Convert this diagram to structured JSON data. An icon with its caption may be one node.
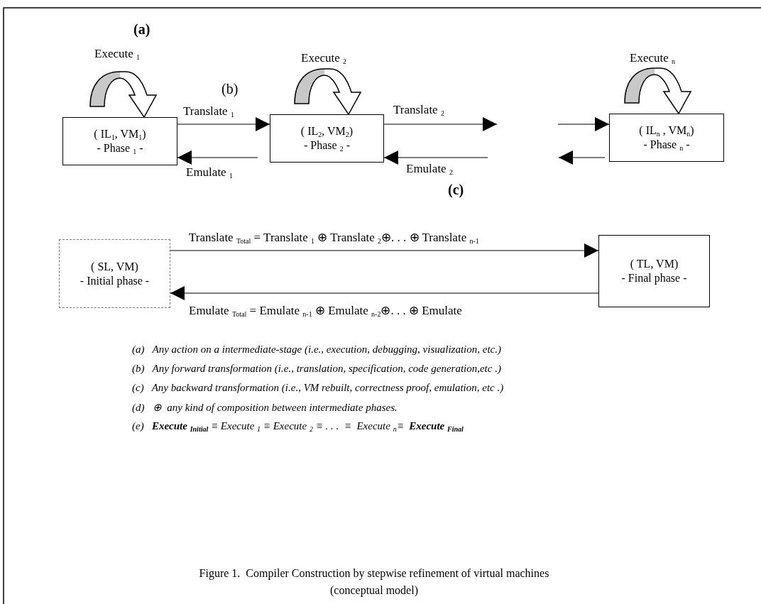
{
  "diagram": {
    "caption": "Figure 1.  Compiler Construction by stepwise refinement of virtual machines (conceptual model)",
    "nodes": [
      {
        "text": [
          "( IL$_{1}$, VM$_{1}$)",
          "- Phase $_{1}$ -"
        ]
      },
      {
        "text": [
          "( IL$_{2}$, VM$_{2}$)",
          "- Phase $_{2}$ -"
        ]
      },
      {
        "text": [
          "( IL$_{n}$ , VM$_{n}$)",
          "- Phase $_{n}$ -"
        ]
      },
      {
        "text": [
          "( SL, VM)",
          "- Initial phase -"
        ]
      },
      {
        "text": [
          "( TL, VM)",
          "- Final phase -"
        ]
      }
    ],
    "edges": [
      {
        "from": 0,
        "to": 0,
        "arrow": "to",
        "label": "Execute $_{1}$",
        "style": "thick"
      },
      {
        "from": 0,
        "to": 1,
        "arrow": "to",
        "label": "Translate $_{1}$"
      },
      {
        "from": 1,
        "to": 0,
        "arrow": "to",
        "label": "Emulate $_{1}$"
      },
      {
        "from": 1,
        "to": 1,
        "arrow": "to",
        "label": "Execute $_{2}$",
        "style": "thick"
      },
      {
        "from": 1,
        "to": null,
        "arrow": "to",
        "label": "Translate $_{2}$"
      },
      {
        "from": null,
        "to": 1,
        "arrow": "to",
        "label": "Emulate $_{2}$"
      },
      {
        "from": null,
        "to": 2,
        "arrow": "to"
      },
      {
        "from": 2,
        "to": null,
        "arrow": "to"
      },
      {
        "from": 2,
        "to": 2,
        "arrow": "to",
        "label": "Execute $_{n}$",
        "style": "thick"
      },
      {
        "from": 3,
        "to": 4,
        "arrow": "to",
        "label": "Translate $_{Total}$ = Translate $_{1}$ ⊕  Translate $_{2}$⊕. . . ⊕ Translate $_{n-1}$"
      },
      {
        "from": 4,
        "to": 3,
        "arrow": "to",
        "label": "Emulate $_{Total}$ = Emulate $_{n-1}$ ⊕ Emulate $_{n-2}$⊕. . . ⊕ Emulate"
      }
    ],
    "labels": [
      "(a)",
      "(b)",
      "(c)",
      "(a)   Any action on a intermediate-stage (i.e., execution, debugging, visualization, etc.)",
      "(b)   Any forward transformation (i.e., translation, specification, code generation,etc .)",
      "(c)   Any backward transformation (i.e., VM rebuilt, correctness proof, emulation, etc .)",
      "(d)   ⊕  any kind of composition between intermediate phases.",
      "(e)   **Execute $_{Initial}$** ≡ Execute $_{1}$ ≡ Execute $_{2}$ ≡ . . .  ≡  Execute $_{n}$≡  **Execute $_{Final}$**"
    ]
  }
}
